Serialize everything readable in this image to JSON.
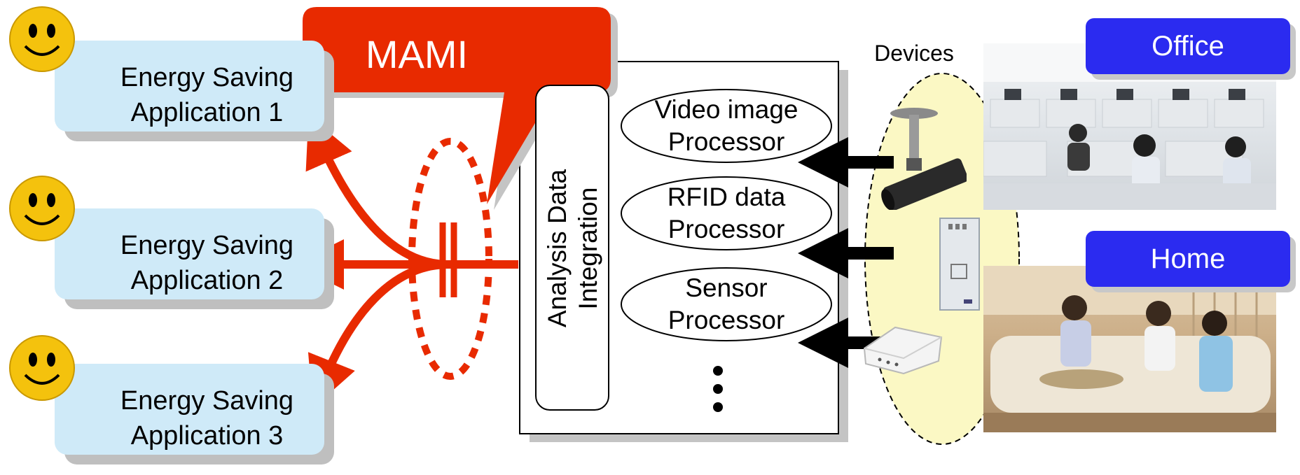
{
  "callout": {
    "label": "MAMI"
  },
  "apps": [
    {
      "line1": "Energy Saving",
      "line2": "Application 1"
    },
    {
      "line1": "Energy Saving",
      "line2": "Application 2"
    },
    {
      "line1": "Energy Saving",
      "line2": "Application 3"
    }
  ],
  "integration": {
    "line1": "Analysis Data",
    "line2": "Integration"
  },
  "processors": [
    {
      "line1": "Video image",
      "line2": "Processor"
    },
    {
      "line1": "RFID data",
      "line2": "Processor"
    },
    {
      "line1": "Sensor",
      "line2": "Processor"
    }
  ],
  "devices": {
    "label": "Devices",
    "icons": [
      "camera-icon",
      "rfid-reader-icon",
      "sensor-icon"
    ]
  },
  "locations": [
    {
      "label": "Office"
    },
    {
      "label": "Home"
    }
  ],
  "colors": {
    "accent_red": "#e82a00",
    "app_box": "#cfeaf8",
    "location_tag": "#2b2bf0",
    "devices_fill": "#fbf8c4",
    "smiley": "#f4c20d"
  }
}
